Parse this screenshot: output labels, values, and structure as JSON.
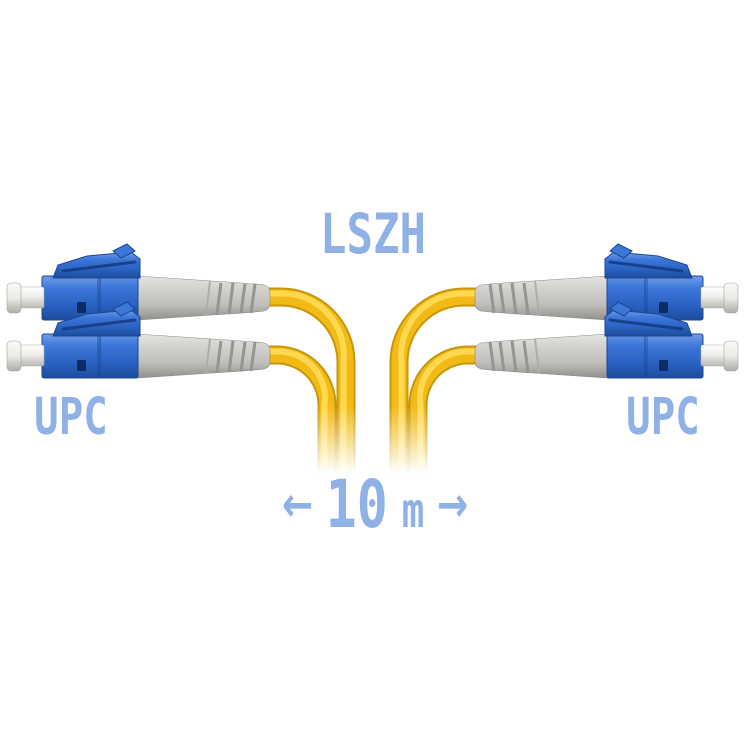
{
  "image": {
    "description": "fiber-optic-patch-cord-product-image",
    "background": "#ffffff",
    "labels": {
      "jacket_material": "LSZH",
      "left_polish_type": "UPC",
      "right_polish_type": "UPC"
    },
    "length_annotation": {
      "left_arrow": "←",
      "value": "10",
      "unit": "m",
      "right_arrow": "→"
    },
    "colors": {
      "annotation_text": "#8fb1e6",
      "connector_body_blue": "#2f6cd0",
      "boot_gray": "#c6c5c1",
      "cable_yellow": "#f1ba16",
      "cable_highlight": "#ffd84f",
      "ferrule_white": "#efeeeb"
    },
    "parts": {
      "connector_icon": "lc-upc-connector",
      "boot_icon": "strain-relief-boot",
      "cable_icon": "duplex-fiber-cable",
      "ferrule_icon": "ferrule"
    }
  }
}
